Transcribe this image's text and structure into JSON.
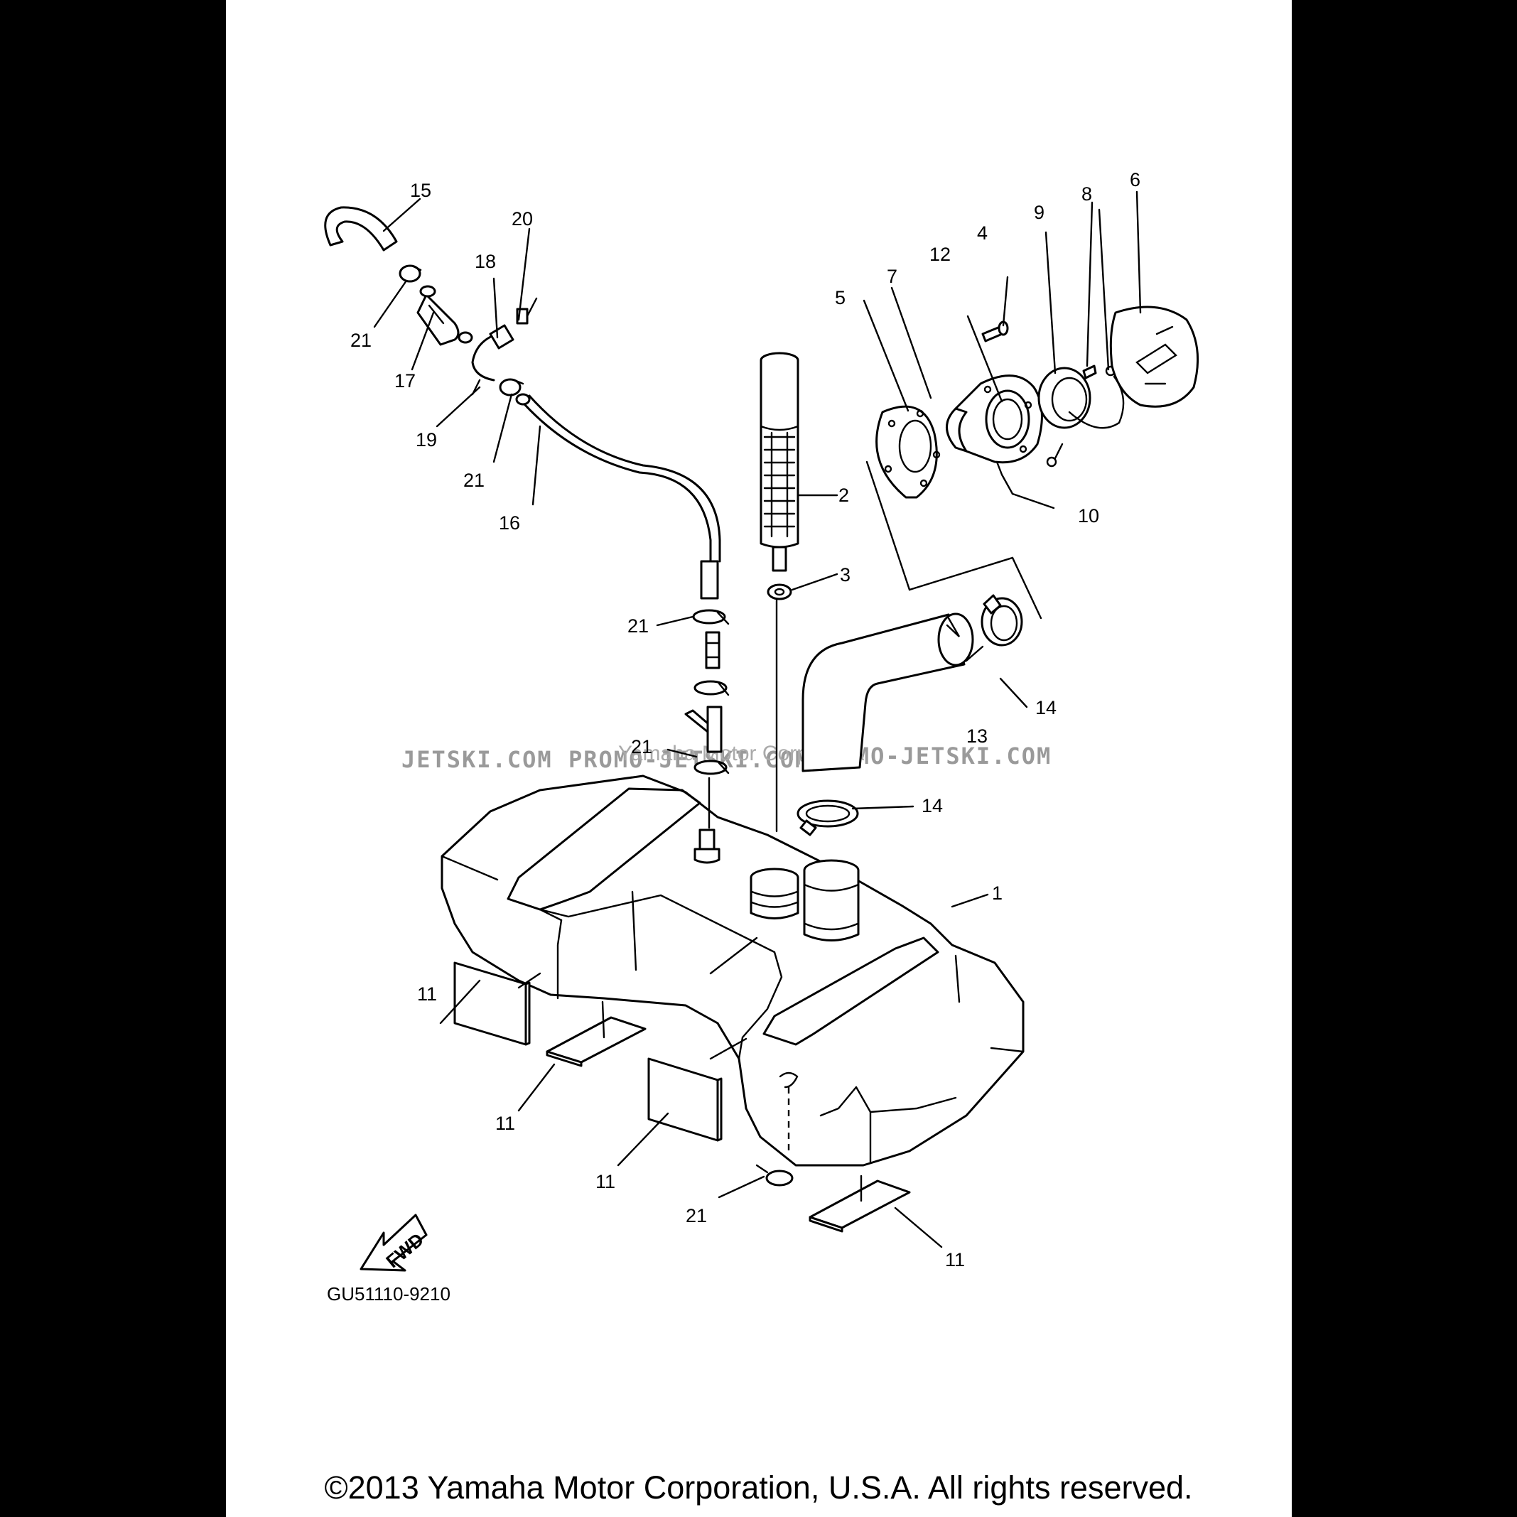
{
  "diagram": {
    "figure_code": "GU51110-9210",
    "fwd_label": "FWD",
    "watermark_left": "JETSKI.COM",
    "watermark_center": "PROMO-JETSKI.COM",
    "watermark_right": "PROMO-JETSKI.COM",
    "watermark_mid": "Yamaha Motor Corp. USA",
    "copyright": "©2013 Yamaha Motor Corporation, U.S.A. All rights reserved.",
    "callouts": {
      "c1": "1",
      "c2": "2",
      "c3": "3",
      "c4": "4",
      "c5": "5",
      "c6": "6",
      "c7": "7",
      "c8": "8",
      "c9": "9",
      "c10": "10",
      "c11a": "11",
      "c11b": "11",
      "c11c": "11",
      "c11d": "11",
      "c12": "12",
      "c13": "13",
      "c14a": "14",
      "c14b": "14",
      "c15": "15",
      "c16": "16",
      "c17": "17",
      "c18": "18",
      "c19": "19",
      "c20": "20",
      "c21a": "21",
      "c21b": "21",
      "c21c": "21",
      "c21d": "21",
      "c21e": "21"
    }
  }
}
